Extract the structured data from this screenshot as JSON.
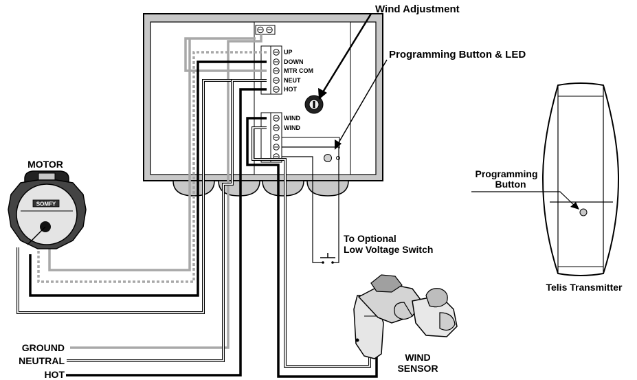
{
  "labels": {
    "wind_adjustment": "Wind Adjustment",
    "programming_button_led": "Programming Button & LED",
    "motor": "MOTOR",
    "programming_button_line1": "Programming",
    "programming_button_line2": "Button",
    "telis_transmitter": "Telis Transmitter",
    "to_optional_line1": "To Optional",
    "to_optional_line2": "Low Voltage Switch",
    "ground": "GROUND",
    "neutral": "NEUTRAL",
    "hot": "HOT",
    "wind_sensor_line1": "WIND",
    "wind_sensor_line2": "SENSOR"
  },
  "terminals_upper": [
    "UP",
    "DOWN",
    "MTR COM",
    "NEUT",
    "HOT"
  ],
  "terminals_lower": [
    "WIND",
    "WIND"
  ],
  "motor_brand": "SOMFY"
}
